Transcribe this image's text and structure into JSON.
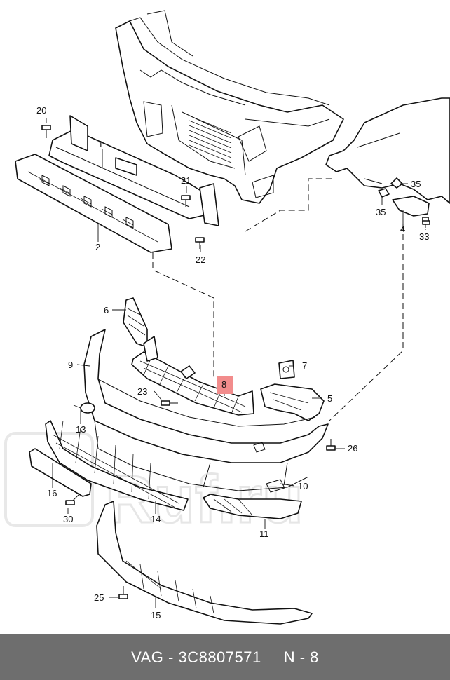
{
  "watermark": "Ruf.ru",
  "callouts": {
    "c1": "1",
    "c2": "2",
    "c4": "4",
    "c5": "5",
    "c6": "6",
    "c7": "7",
    "c8": "8",
    "c9": "9",
    "c10": "10",
    "c11": "11",
    "c13": "13",
    "c14": "14",
    "c15": "15",
    "c16": "16",
    "c20": "20",
    "c21": "21",
    "c22": "22",
    "c23": "23",
    "c25": "25",
    "c26": "26",
    "c30": "30",
    "c33": "33",
    "c35a": "35",
    "c35b": "35"
  },
  "highlight_color": "#f28c8c",
  "footer": {
    "part_number": "VAG - 3C8807571",
    "position": "N - 8"
  }
}
